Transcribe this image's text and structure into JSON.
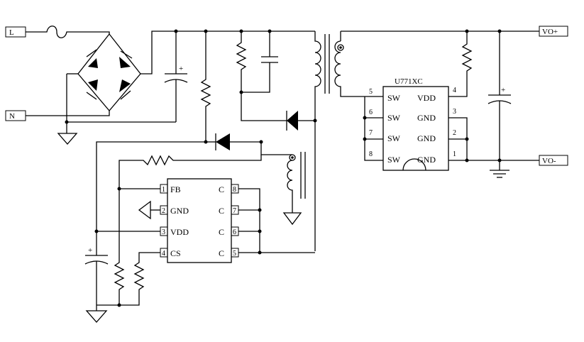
{
  "terminals": {
    "line": "L",
    "neutral": "N",
    "out_pos": "VO+",
    "out_neg": "VO-"
  },
  "primary_ic": {
    "pins": [
      {
        "num": "1",
        "name": "FB"
      },
      {
        "num": "2",
        "name": "GND"
      },
      {
        "num": "3",
        "name": "VDD"
      },
      {
        "num": "4",
        "name": "CS"
      },
      {
        "num": "8",
        "name": "C"
      },
      {
        "num": "7",
        "name": "C"
      },
      {
        "num": "6",
        "name": "C"
      },
      {
        "num": "5",
        "name": "C"
      }
    ]
  },
  "secondary_ic": {
    "part": "U771XC",
    "left_pins": [
      {
        "num": "5",
        "name": "SW"
      },
      {
        "num": "6",
        "name": "SW"
      },
      {
        "num": "7",
        "name": "SW"
      },
      {
        "num": "8",
        "name": "SW"
      }
    ],
    "right_pins": [
      {
        "num": "4",
        "name": "VDD"
      },
      {
        "num": "3",
        "name": "GND"
      },
      {
        "num": "2",
        "name": "GND"
      },
      {
        "num": "1",
        "name": "GND"
      }
    ]
  },
  "cap_polarity": "+"
}
